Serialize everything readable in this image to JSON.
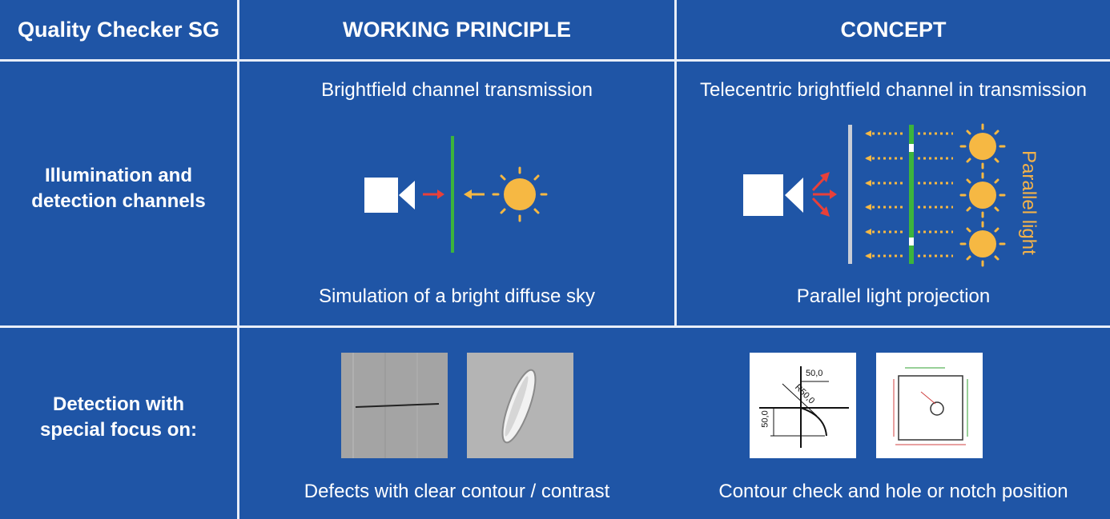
{
  "header": {
    "product": "Quality Checker SG",
    "working_principle": "WORKING PRINCIPLE",
    "concept": "CONCEPT"
  },
  "rows": {
    "illumination": {
      "label_line1": "Illumination and",
      "label_line2": "detection channels",
      "wp_top": "Brightfield channel transmission",
      "wp_bottom": "Simulation of a bright diffuse sky",
      "concept_top": "Telecentric brightfield channel in transmission",
      "concept_bottom": "Parallel light projection",
      "parallel_light": "Parallel light"
    },
    "detection": {
      "label_line1": "Detection with",
      "label_line2": "special focus on:",
      "wp_caption": "Defects with clear contour / contrast",
      "concept_caption": "Contour check and hole or notch position",
      "drawing_dim_width": "50,0",
      "drawing_dim_height": "50,0",
      "drawing_dim_radius": "R50,0"
    }
  },
  "colors": {
    "background": "#1f55a6",
    "grid": "#e8eef8",
    "sun": "#f6b843",
    "green_line": "#3cb43c",
    "red_arrow": "#e8403a",
    "parallel_label": "#f3b24a"
  }
}
